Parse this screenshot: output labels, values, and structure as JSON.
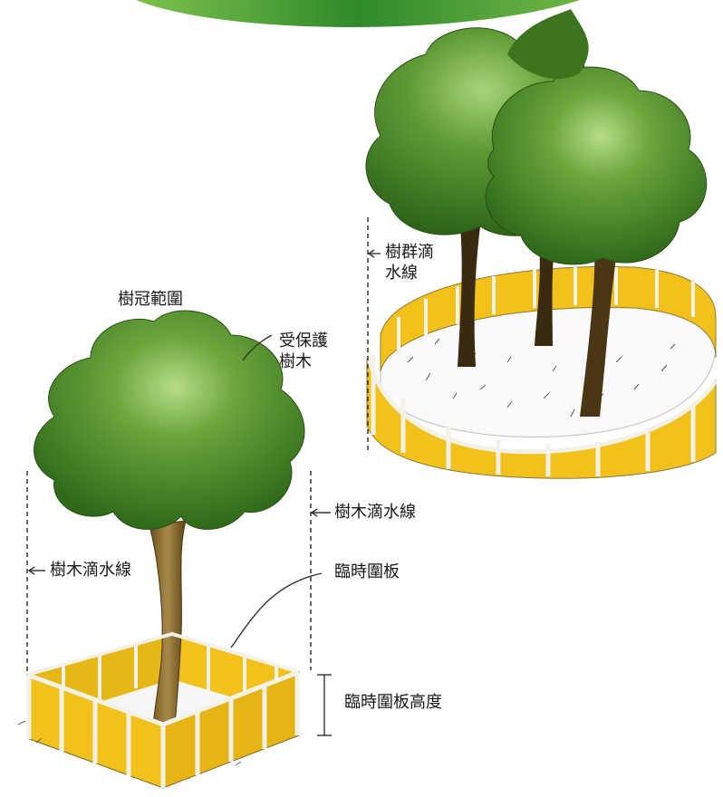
{
  "labels": {
    "group_dripline": "樹群滴水線",
    "crown_extent": "樹冠範圍",
    "protected_tree": "受保護樹木",
    "tree_dripline_right": "樹木滴水線",
    "tree_dripline_left": "樹木滴水線",
    "hoarding": "臨時圍板",
    "hoarding_height": "臨時圍板高度"
  },
  "colors": {
    "banner": "#2f8a2a",
    "foliage": "#3f7f24",
    "foliage_light": "#9fcd6a",
    "trunk": "#8a6a2c",
    "hoarding": "#f2c11b",
    "hoarding_dark": "#d9a50e",
    "post": "#f4f1e6"
  }
}
